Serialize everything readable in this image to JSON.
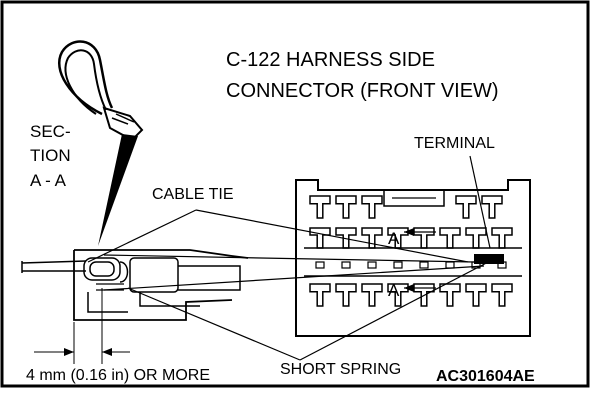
{
  "title": {
    "line1": "C-122 HARNESS SIDE",
    "line2": "CONNECTOR (FRONT VIEW)"
  },
  "labels": {
    "section_line1": "SEC-",
    "section_line2": "TION",
    "section_line3": "A - A",
    "cable_tie": "CABLE TIE",
    "terminal": "TERMINAL",
    "section_marker_top": "A",
    "section_marker_bottom": "A",
    "dimension": "4 mm (0.16 in) OR MORE",
    "short_spring": "SHORT SPRING",
    "figure_id": "AC301604AE"
  }
}
